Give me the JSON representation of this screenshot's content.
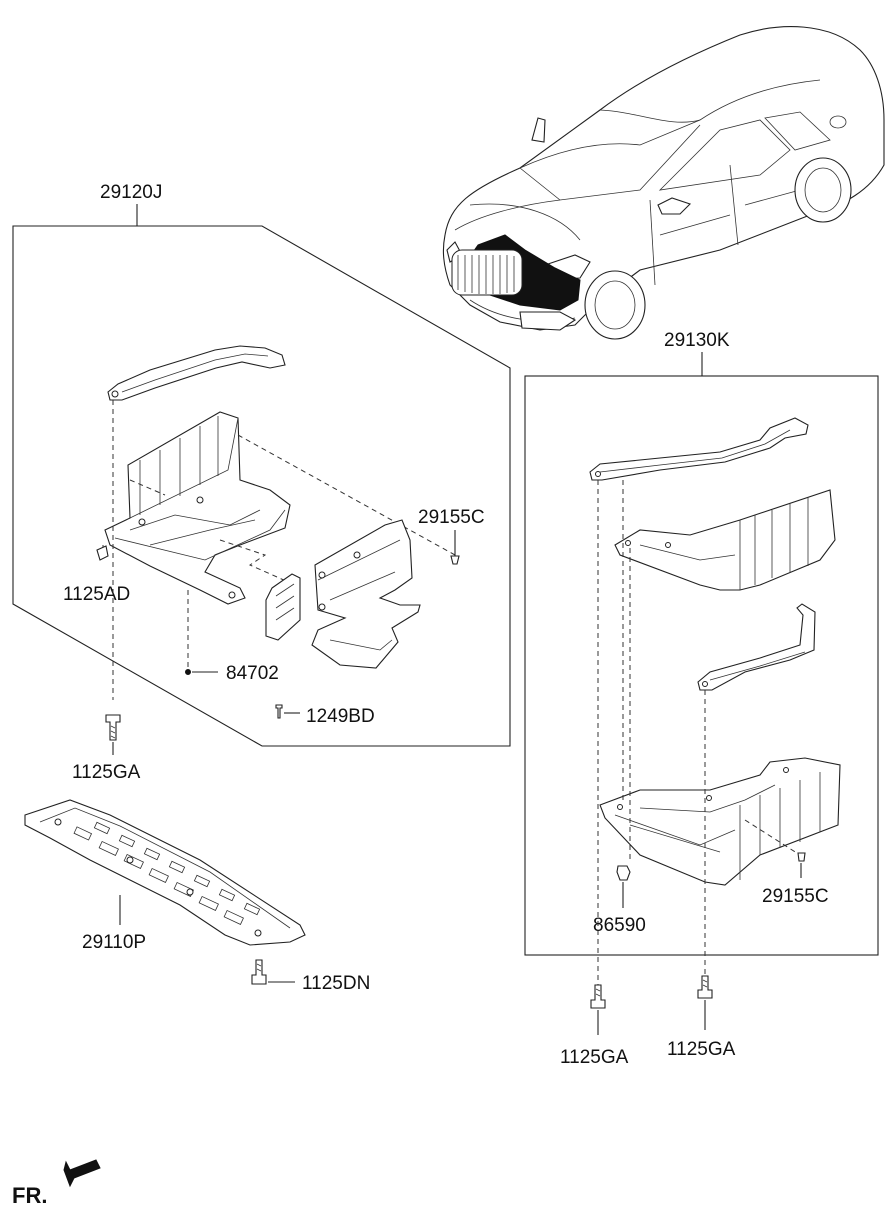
{
  "diagram": {
    "group_labels": {
      "left_group": "29120J",
      "right_group": "29130K"
    },
    "part_labels": {
      "bolt_1125AD": "1125AD",
      "clip_29155C_left": "29155C",
      "clip_84702": "84702",
      "screw_1249BD": "1249BD",
      "bolt_1125GA_left": "1125GA",
      "under_cover_29110P": "29110P",
      "bolt_1125DN": "1125DN",
      "nut_86590": "86590",
      "clip_29155C_right": "29155C",
      "bolt_1125GA_right_a": "1125GA",
      "bolt_1125GA_right_b": "1125GA"
    },
    "direction_label": "FR.",
    "colors": {
      "line": "#222222",
      "highlight": "#111111",
      "background": "#ffffff"
    }
  }
}
